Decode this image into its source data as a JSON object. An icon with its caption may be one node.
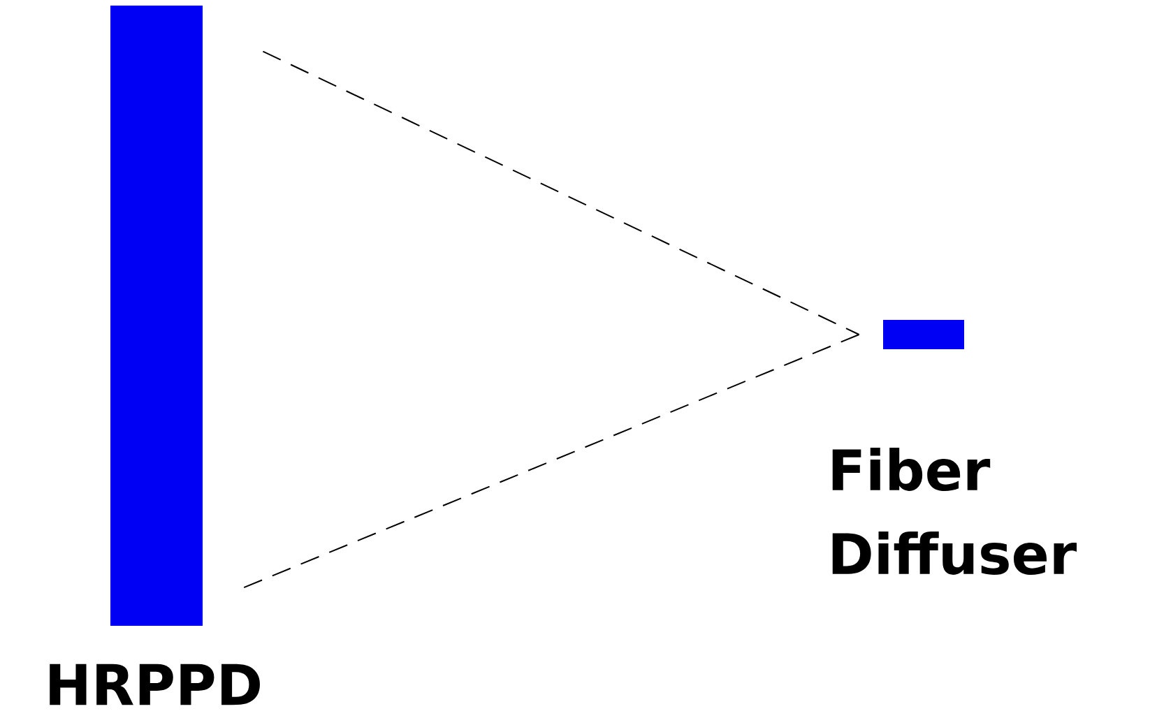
{
  "diagram": {
    "nodes": [
      {
        "text": [
          "HRPPD"
        ]
      },
      {
        "text": [
          "Fiber Diffuser"
        ]
      }
    ],
    "edges": [
      {
        "from": 0,
        "to": 1,
        "arrow": "none",
        "style": "dashed"
      },
      {
        "from": 1,
        "to": 0,
        "arrow": "none",
        "style": "dashed"
      }
    ]
  }
}
